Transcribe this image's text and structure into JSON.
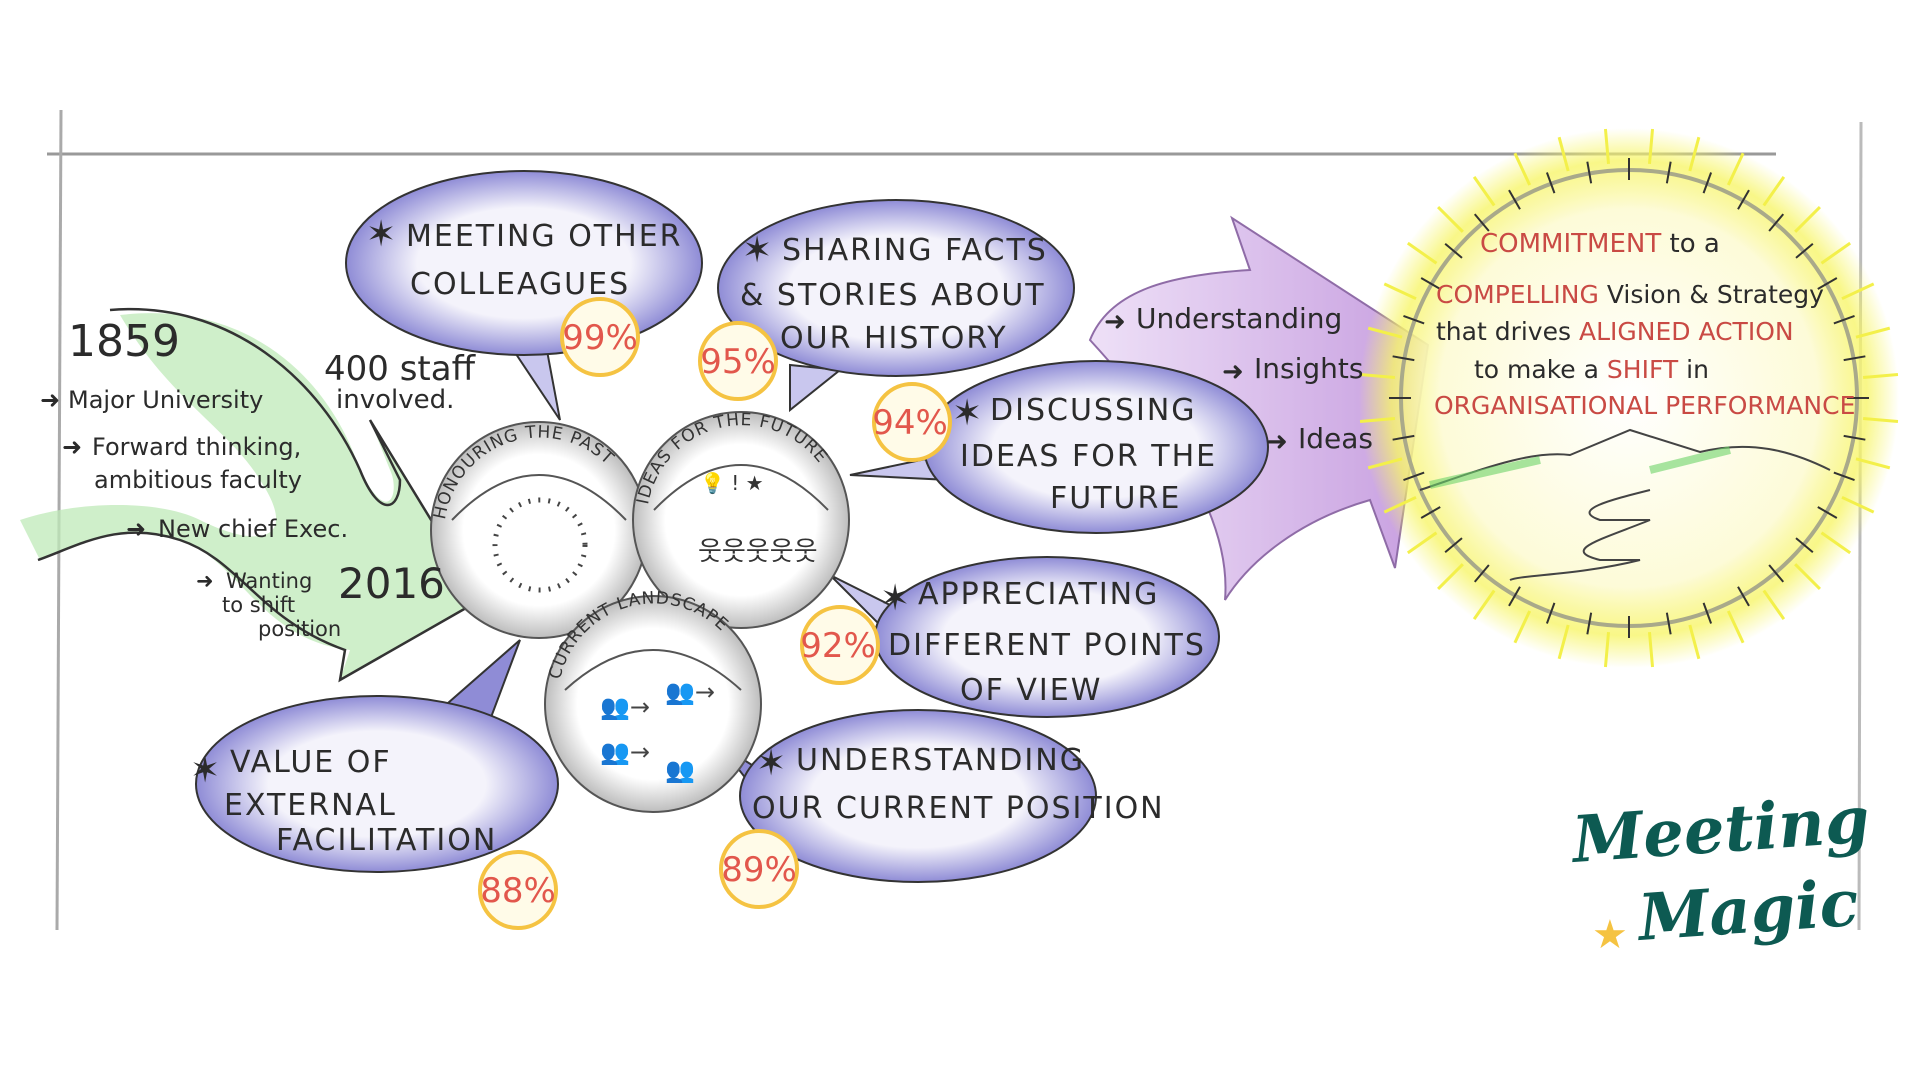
{
  "timeline": {
    "start_year": "1859",
    "end_year": "2016",
    "points": [
      "Major University",
      "Forward thinking,",
      "ambitious faculty",
      "New chief Exec.",
      "Wanting",
      "to shift",
      "position"
    ],
    "staff_note": [
      "400 staff",
      "involved."
    ]
  },
  "circles": {
    "past": "HONOURING THE PAST",
    "future": "IDEAS FOR THE FUTURE",
    "current": "CURRENT LANDSCAPE"
  },
  "bubbles": [
    {
      "lines": [
        "MEETING OTHER",
        "COLLEAGUES"
      ],
      "percent": "99%"
    },
    {
      "lines": [
        "SHARING FACTS",
        "& STORIES ABOUT",
        "OUR HISTORY"
      ],
      "percent": "95%"
    },
    {
      "lines": [
        "DISCUSSING",
        "IDEAS FOR THE",
        "FUTURE"
      ],
      "percent": "94%"
    },
    {
      "lines": [
        "APPRECIATING",
        "DIFFERENT POINTS",
        "OF VIEW"
      ],
      "percent": "92%"
    },
    {
      "lines": [
        "UNDERSTANDING",
        "OUR CURRENT POSITION"
      ],
      "percent": "89%"
    },
    {
      "lines": [
        "VALUE OF",
        "EXTERNAL",
        "FACILITATION"
      ],
      "percent": "88%"
    }
  ],
  "outcomes": [
    "Understanding",
    "Insights",
    "Ideas"
  ],
  "commitment": {
    "line1": [
      "COMMITMENT",
      " to a"
    ],
    "line2": [
      "COMPELLING",
      " Vision & Strategy"
    ],
    "line3": [
      "that drives ",
      "ALIGNED ACTION"
    ],
    "line4": [
      "to make a ",
      "SHIFT",
      " in"
    ],
    "line5": [
      "ORGANISATIONAL PERFORMANCE"
    ]
  },
  "logo": {
    "line1": "Meeting",
    "line2": "Magic"
  },
  "colors": {
    "bubble_fill": "#e4e3f5",
    "bubble_stroke": "#7b78c9",
    "green_arrow": "#8ed88a",
    "purple_arrow": "#b57fd6",
    "badge_ring": "#f5c342",
    "badge_text": "#e2574c",
    "star_red": "#e0322c",
    "glow_yellow": "#f7f56a",
    "logo_teal": "#0d5a52"
  }
}
